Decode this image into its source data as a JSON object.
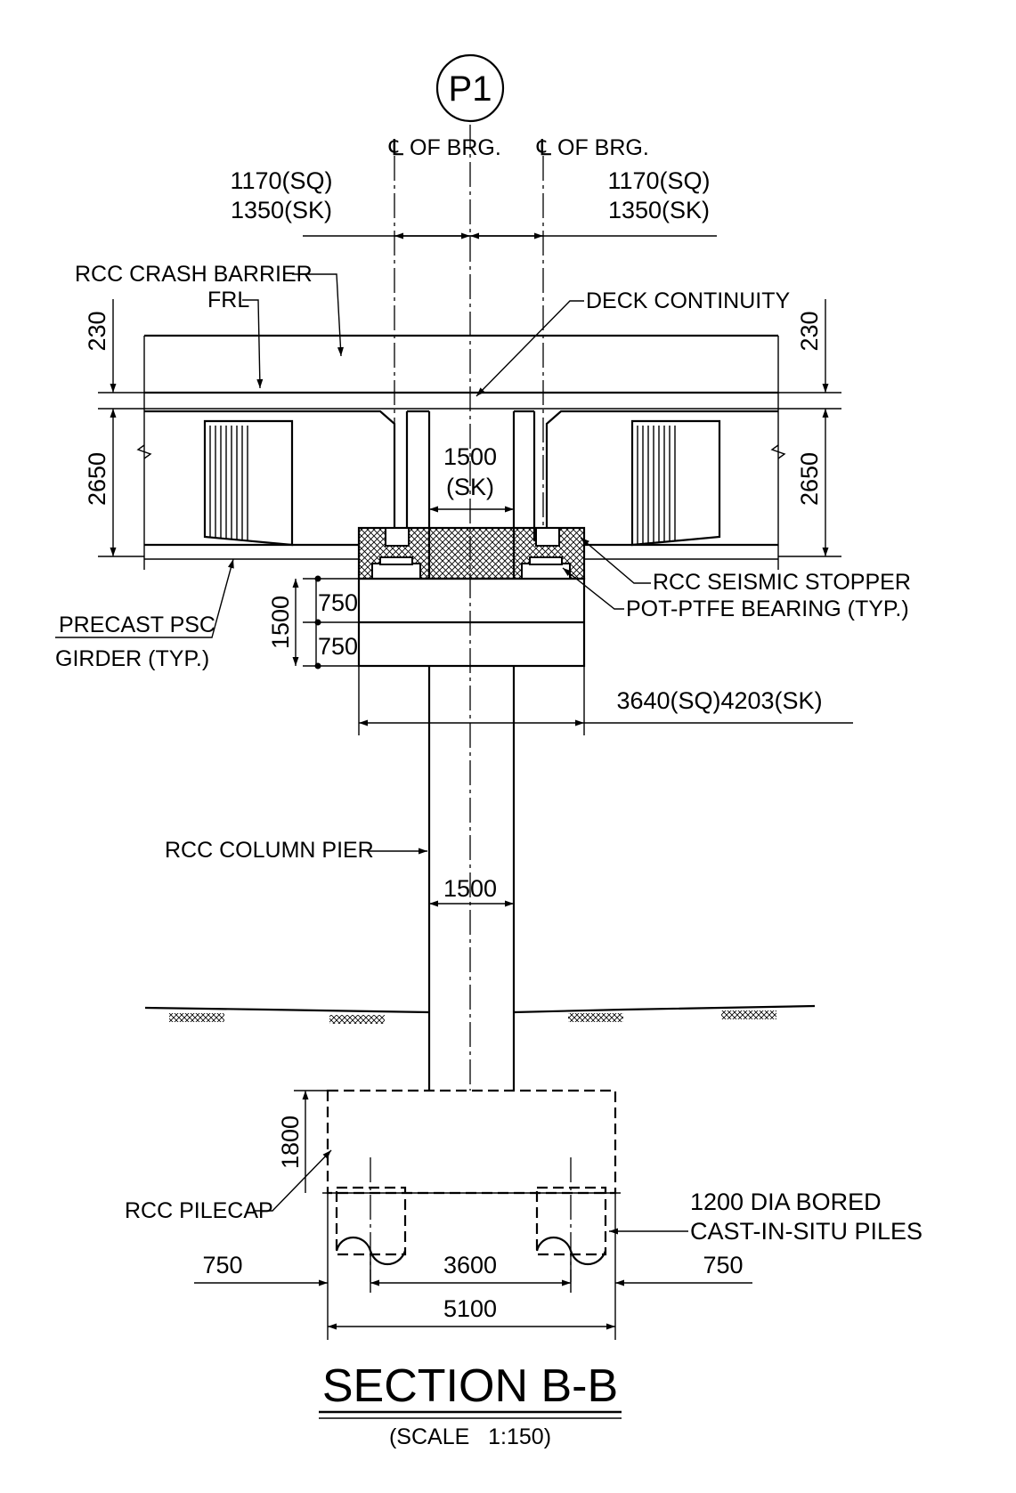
{
  "pier_tag": "P1",
  "bearing_centerline_left": "℄ OF BRG.",
  "bearing_centerline_right": "℄ OF BRG.",
  "dims": {
    "brg_left_sq": "1170(SQ)",
    "brg_left_sk": "1350(SK)",
    "brg_right_sq": "1170(SQ)",
    "brg_right_sk": "1350(SK)",
    "crash_barrier_left": "230",
    "crash_barrier_right": "230",
    "girder_depth_left": "2650",
    "girder_depth_right": "2650",
    "gap_width": "1500",
    "gap_width_note": "(SK)",
    "pier_cap_total": "1500",
    "pier_cap_upper": "750",
    "pier_cap_lower": "750",
    "pier_cap_width": "3640(SQ)4203(SK)",
    "column_width": "1500",
    "pilecap_depth": "1800",
    "edge_left": "750",
    "pile_spacing": "3600",
    "edge_right": "750",
    "pilecap_width": "5100"
  },
  "labels": {
    "crash_barrier": "RCC CRASH BARRIER",
    "frl": "FRL",
    "deck_continuity": "DECK CONTINUITY",
    "seismic_stopper": "RCC SEISMIC STOPPER",
    "bearing": "POT-PTFE BEARING (TYP.)",
    "girder_line1": "PRECAST PSC",
    "girder_line2": "GIRDER (TYP.)",
    "column_pier": "RCC COLUMN PIER",
    "pilecap": "RCC PILECAP",
    "piles_line1": "1200 DIA BORED",
    "piles_line2": "CAST-IN-SITU PILES"
  },
  "title": {
    "main": "SECTION B-B",
    "scale": "(SCALE   1:150)"
  }
}
